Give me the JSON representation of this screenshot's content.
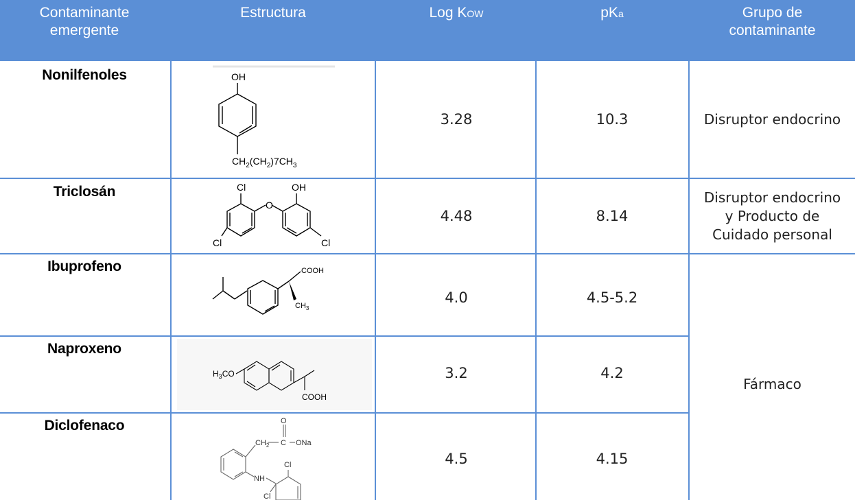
{
  "headers": {
    "contaminante_line1": "Contaminante",
    "contaminante_line2": "emergente",
    "estructura": "Estructura",
    "logk_main": "Log K",
    "logk_sub": "OW",
    "pka_main": "pK",
    "pka_sub": "a",
    "grupo_line1": "Grupo de",
    "grupo_line2": "contaminante"
  },
  "rows": [
    {
      "name": "Nonilfenoles",
      "log_kow": "3.28",
      "pka": "10.3",
      "group_line1": "Disruptor endocrino",
      "structure_labels": {
        "oh": "OH",
        "chain_prefix": "CH",
        "chain_sub1": "2",
        "chain_mid": "(CH",
        "chain_sub2": "2",
        "chain_mid2": ")7CH",
        "chain_sub3": "3"
      }
    },
    {
      "name": "Triclosán",
      "log_kow": "4.48",
      "pka": "8.14",
      "group_line1": "Disruptor endocrino",
      "group_line2": "y Producto de",
      "group_line3": "Cuidado personal",
      "structure_labels": {
        "cl_top": "Cl",
        "o": "O",
        "oh": "OH",
        "cl_left": "Cl",
        "cl_right": "Cl"
      }
    },
    {
      "name": "Ibuprofeno",
      "log_kow": "4.0",
      "pka": "4.5-5.2",
      "structure_labels": {
        "cooh": "COOH",
        "ch3": "CH",
        "ch3_sub": "3"
      }
    },
    {
      "name": "Naproxeno",
      "log_kow": "3.2",
      "pka": "4.2",
      "structure_labels": {
        "h3co": "H",
        "h3co_sub": "3",
        "h3co_rest": "CO",
        "cooh": "COOH"
      }
    },
    {
      "name": "Diclofenaco",
      "log_kow": "4.5",
      "pka": "4.15",
      "structure_labels": {
        "o": "O",
        "ch2": "CH",
        "ch2_sub": "2",
        "c": "C",
        "ona": "ONa",
        "cl1": "Cl",
        "nh": "NH",
        "cl2": "Cl"
      }
    }
  ],
  "merged_group": "Fármaco",
  "colors": {
    "header_bg": "#5b8fd6",
    "header_text": "#ffffff",
    "grid": "#5b8fd6"
  }
}
